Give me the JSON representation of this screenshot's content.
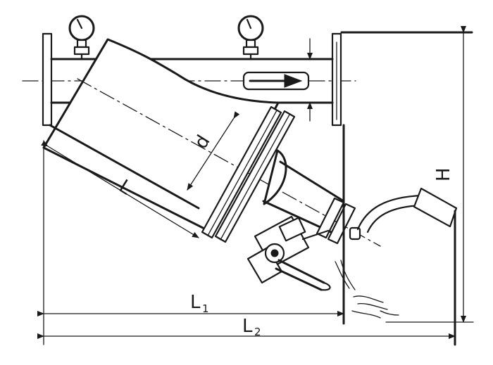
{
  "labels": {
    "d": "d",
    "L": "L",
    "H": "H",
    "L1_main": "L",
    "L1_sub": "1",
    "L2_main": "L",
    "L2_sub": "2"
  }
}
